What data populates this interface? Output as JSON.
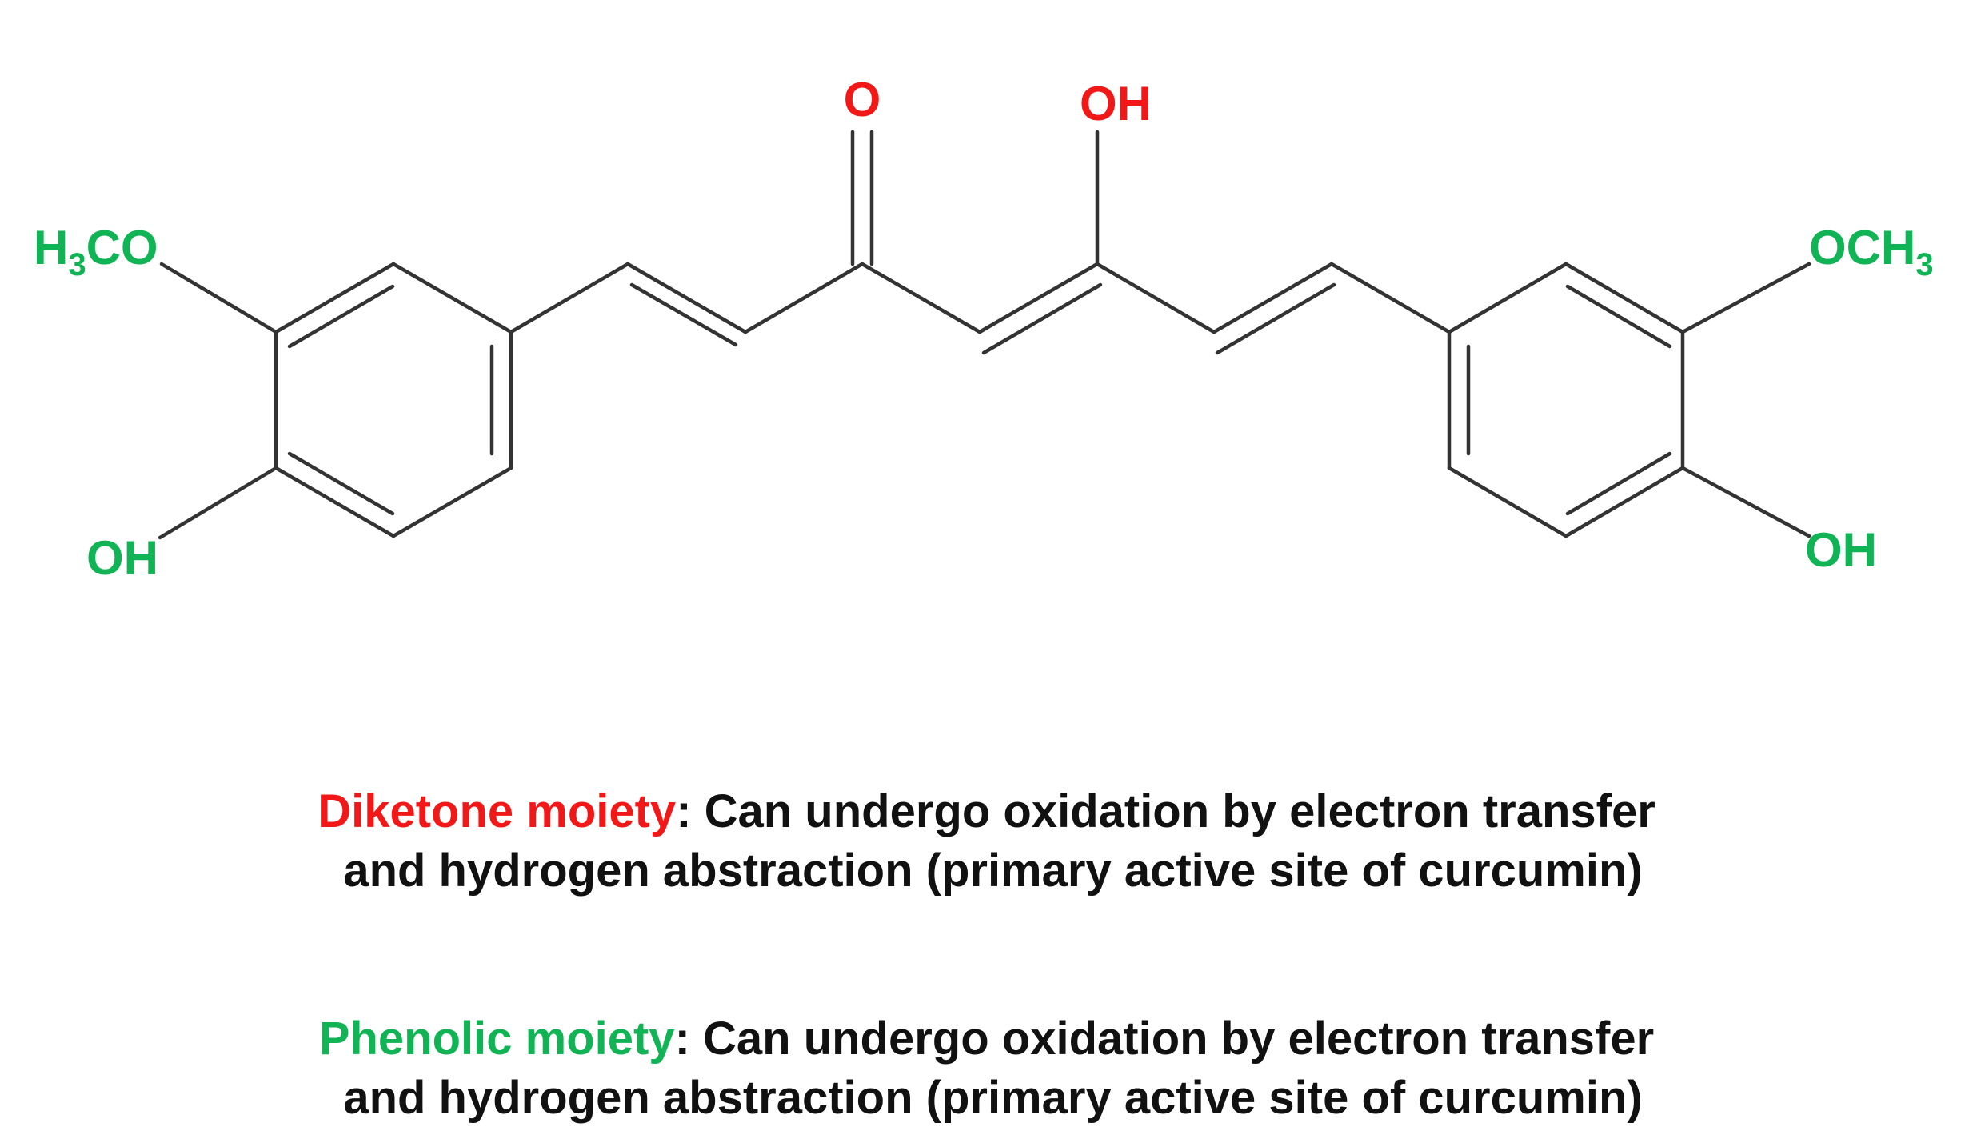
{
  "colors": {
    "diketone": "#f21818",
    "phenolic": "#11b454",
    "bond": "#333333",
    "text": "#111111"
  },
  "structure": {
    "labels": {
      "ketone_oxygen": "O",
      "enol_hydroxyl": "OH",
      "left_methoxy_main": "H",
      "left_methoxy_sub": "3",
      "left_methoxy_tail": "CO",
      "left_phenol": "OH",
      "right_methoxy_main": "OCH",
      "right_methoxy_sub": "3",
      "right_phenol": "OH"
    }
  },
  "captions": {
    "diketone": {
      "term": "Diketone moiety",
      "line1_rest": ": Can undergo oxidation by electron transfer",
      "line2": "and hydrogen abstraction (primary active site of curcumin)"
    },
    "phenolic": {
      "term": "Phenolic moiety",
      "line1_rest": ": Can undergo oxidation by electron transfer",
      "line2": "and hydrogen abstraction (primary active site of curcumin)"
    }
  }
}
